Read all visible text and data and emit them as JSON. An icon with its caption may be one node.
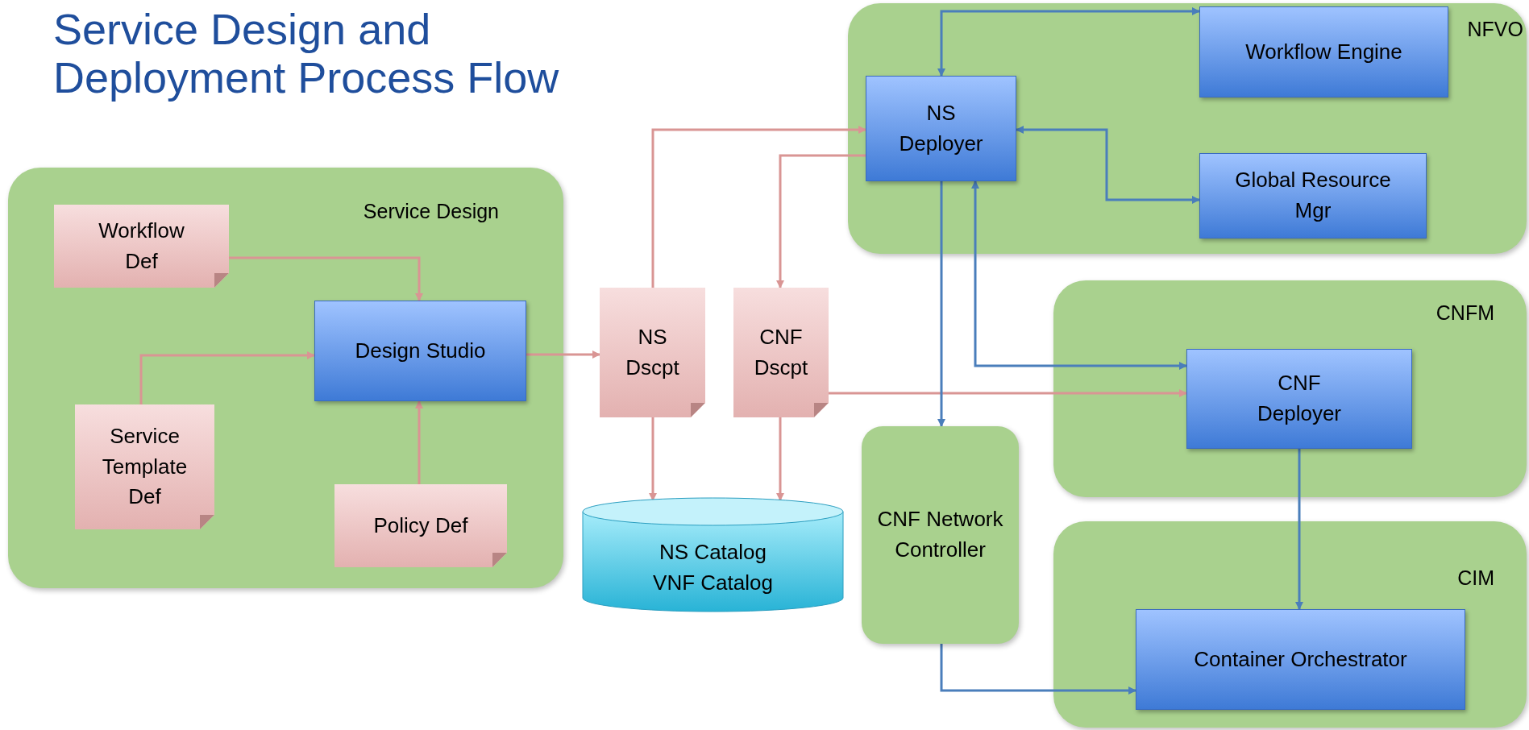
{
  "diagram": {
    "title": "Service Design and Deployment Process Flow",
    "nodes": [
      {
        "text": [
          "Service Design"
        ]
      },
      {
        "text": [
          "Workflow Def"
        ],
        "in": 0
      },
      {
        "text": [
          "Design Studio"
        ],
        "in": 0
      },
      {
        "text": [
          "Service Template Def"
        ],
        "in": 0
      },
      {
        "text": [
          "Policy Def"
        ],
        "in": 0
      },
      {
        "text": [
          "NS Dscpt"
        ]
      },
      {
        "text": [
          "CNF Dscpt"
        ]
      },
      {
        "text": [
          "NS Catalog VNF Catalog"
        ]
      },
      {
        "text": [
          "NFVO"
        ]
      },
      {
        "text": [
          "NS Deployer"
        ],
        "in": 8
      },
      {
        "text": [
          "Workflow Engine"
        ],
        "in": 8
      },
      {
        "text": [
          "Global Resource Mgr"
        ],
        "in": 8
      },
      {
        "text": [
          "CNFM"
        ]
      },
      {
        "text": [
          "CNF Deployer"
        ],
        "in": 12
      },
      {
        "text": [
          "CIM"
        ]
      },
      {
        "text": [
          "Container Orchestrator"
        ],
        "in": 14
      },
      {
        "text": [
          "CNF Network Controller"
        ]
      }
    ],
    "edges": [
      {
        "from": 1,
        "to": 2,
        "arrow": "to"
      },
      {
        "from": 3,
        "to": 2,
        "arrow": "to"
      },
      {
        "from": 4,
        "to": 2,
        "arrow": "to"
      },
      {
        "from": 2,
        "to": 5,
        "arrow": "to"
      },
      {
        "from": 5,
        "to": 9,
        "arrow": "to"
      },
      {
        "from": 9,
        "to": 6,
        "arrow": "to"
      },
      {
        "from": 6,
        "to": 13,
        "arrow": "to"
      },
      {
        "from": 5,
        "to": 7,
        "arrow": "to"
      },
      {
        "from": 6,
        "to": 7,
        "arrow": "to"
      },
      {
        "from": 9,
        "to": 10,
        "arrow": "both",
        "color": "#4a7ebb"
      },
      {
        "from": 9,
        "to": 11,
        "arrow": "both",
        "color": "#4a7ebb"
      },
      {
        "from": 9,
        "to": 13,
        "arrow": "both",
        "color": "#4a7ebb"
      },
      {
        "from": 9,
        "to": 16,
        "arrow": "to",
        "color": "#4a7ebb"
      },
      {
        "from": 13,
        "to": 15,
        "arrow": "to",
        "color": "#4a7ebb"
      },
      {
        "from": 16,
        "to": 15,
        "arrow": "to",
        "color": "#4a7ebb"
      }
    ]
  }
}
